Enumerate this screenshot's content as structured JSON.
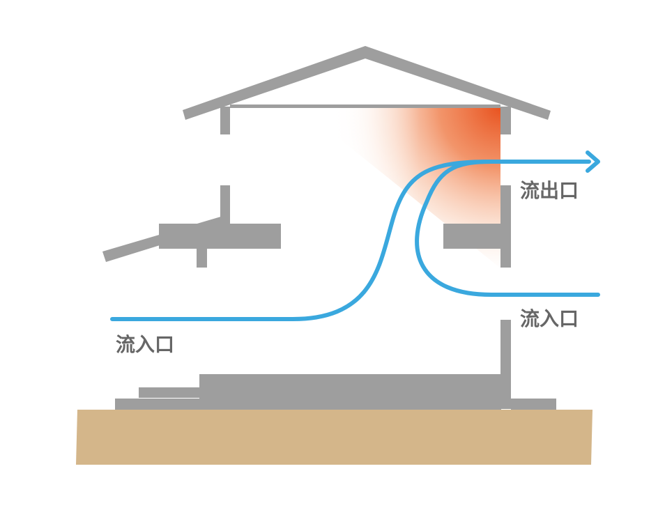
{
  "colors": {
    "structure": "#9e9e9e",
    "ground": "#d4b68a",
    "airflow": "#3aa8de",
    "heat": "#e8521f",
    "label_text": "#666666"
  },
  "labels": {
    "outlet": "流出口",
    "inlet_right": "流入口",
    "inlet_left": "流入口"
  }
}
